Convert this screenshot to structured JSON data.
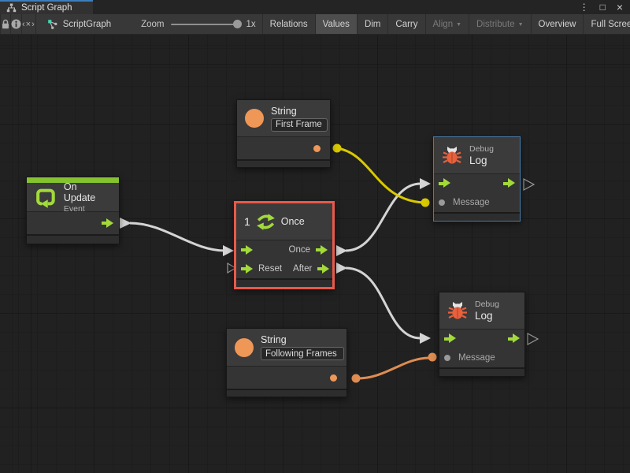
{
  "window": {
    "tab": {
      "title": "Script Graph"
    },
    "controls": {
      "menu": "⋮",
      "maximize": "□",
      "close": "×"
    }
  },
  "toolbar": {
    "breadcrumb_glyph": "‹×›",
    "graph_name": "ScriptGraph",
    "zoom_label": "Zoom",
    "zoom_value": "1x",
    "buttons": {
      "relations": "Relations",
      "values": "Values",
      "dim": "Dim",
      "carry": "Carry",
      "align": "Align",
      "distribute": "Distribute",
      "overview": "Overview",
      "full_screen": "Full Screen"
    }
  },
  "nodes": {
    "string_first": {
      "title": "String",
      "value": "First Frame"
    },
    "on_update": {
      "title": "On Update",
      "subtitle": "Event"
    },
    "once": {
      "badge": "1",
      "title": "Once",
      "port_once": "Once",
      "port_reset": "Reset",
      "port_after": "After"
    },
    "debug_log_top": {
      "kind": "Debug",
      "title": "Log",
      "port_message": "Message"
    },
    "debug_log_bottom": {
      "kind": "Debug",
      "title": "Log",
      "port_message": "Message"
    },
    "string_following": {
      "title": "String",
      "value": "Following Frames"
    }
  },
  "graph": {
    "selected_node": "Once",
    "connections": [
      {
        "from": "On Update",
        "to": "Once (enter)",
        "type": "flow"
      },
      {
        "from": "Once (Once)",
        "to": "Debug Log top (enter)",
        "type": "flow"
      },
      {
        "from": "Once (After)",
        "to": "Debug Log bottom (enter)",
        "type": "flow"
      },
      {
        "from": "String 'First Frame'",
        "to": "Debug Log top (Message)",
        "type": "value"
      },
      {
        "from": "String 'Following Frames'",
        "to": "Debug Log bottom (Message)",
        "type": "value"
      }
    ]
  },
  "colors": {
    "accent_green": "#a2da3a",
    "selection_red": "#e8594a",
    "focus_blue": "#4a7ba7",
    "wire_yellow": "#d9c900",
    "wire_orange": "#df8d52",
    "port_orange": "#ef9757",
    "bug_orange": "#e8603c",
    "wire_white": "#d4d4d4"
  }
}
